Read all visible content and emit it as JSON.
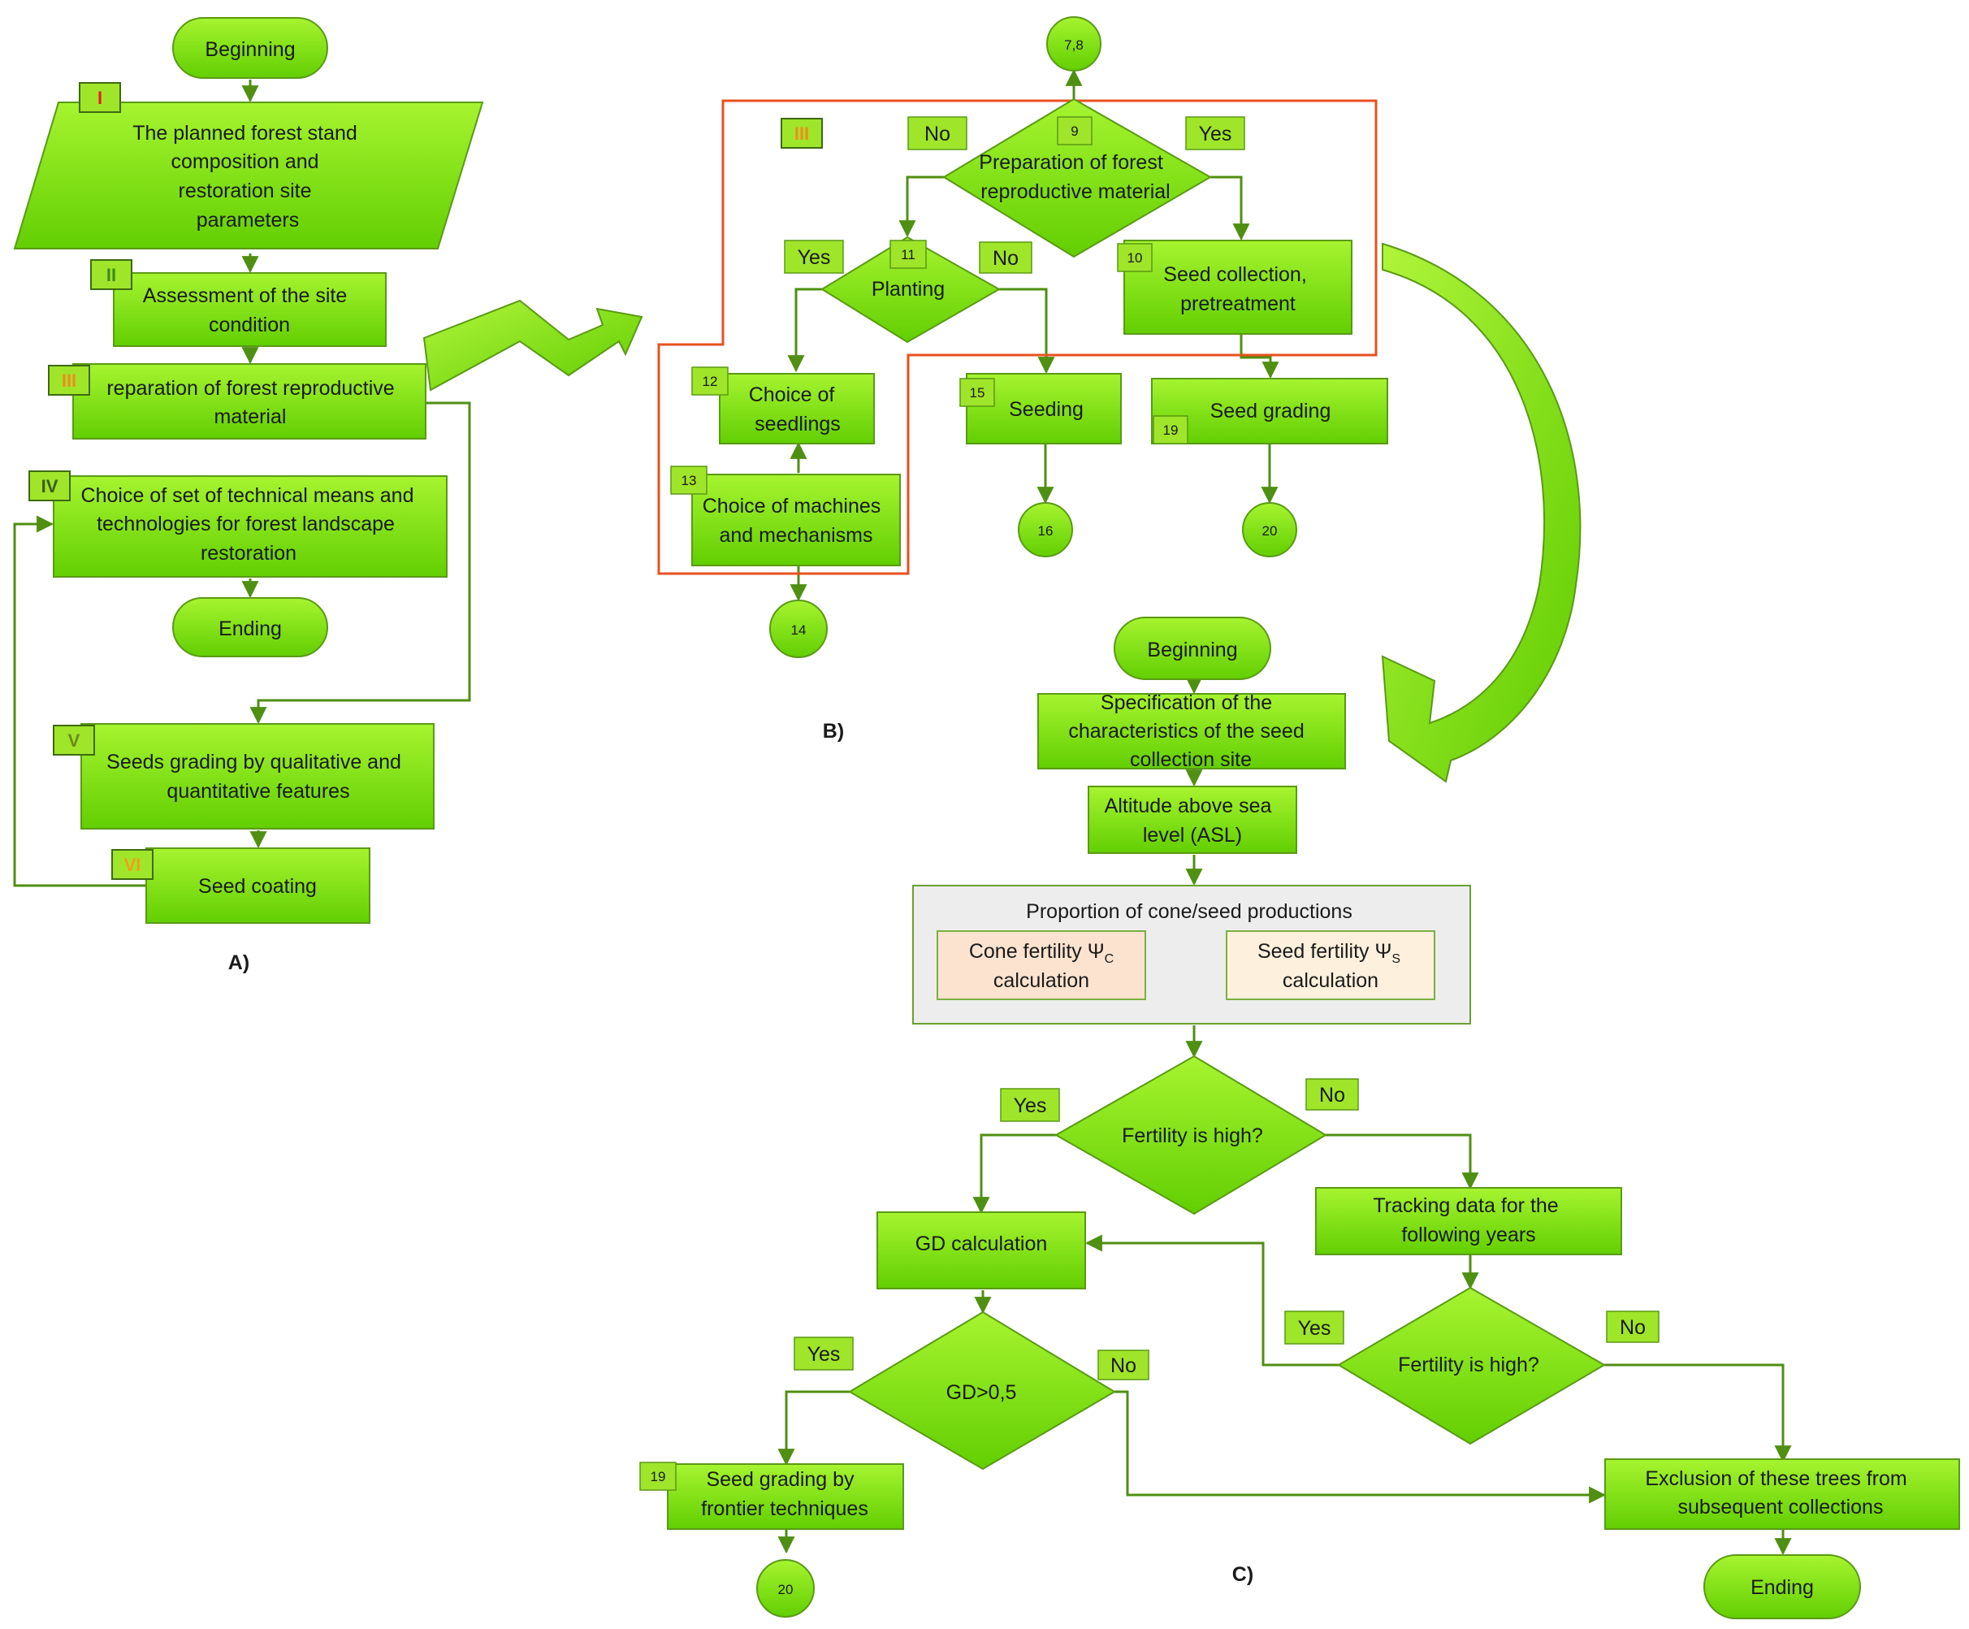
{
  "colors": {
    "fill_top": "#9ef22a",
    "fill_bottom": "#5fcc00",
    "stroke": "#5a9a14",
    "line": "#4f8f12",
    "red_frame": "#e8501f",
    "roman_red": "#e81e1e",
    "roman_green": "#3d8a1e",
    "roman_orange": "#f08c1a",
    "panel_fill": "#ededed",
    "cone_box": "#fbe3cf",
    "seed_box": "#fdf0dc"
  },
  "panel_a": {
    "caption": "A)",
    "beginning": "Beginning",
    "ending": "Ending",
    "step1": {
      "num": "I",
      "lines": [
        "The planned forest stand",
        "composition and",
        "restoration site",
        "parameters"
      ]
    },
    "step2": {
      "num": "II",
      "lines": [
        "Assessment of the site",
        "condition"
      ]
    },
    "step3": {
      "num": "III",
      "lines": [
        "reparation of forest reproductive",
        "material"
      ]
    },
    "step4": {
      "num": "IV",
      "lines": [
        "Choice of set of technical means and",
        "technologies for forest landscape",
        "restoration"
      ]
    },
    "step5": {
      "num": "V",
      "lines": [
        "Seeds grading by qualitative and",
        "quantitative features"
      ]
    },
    "step6": {
      "num": "VI",
      "lines": [
        "Seed coating"
      ]
    }
  },
  "panel_b": {
    "caption": "B)",
    "frame_label": "III",
    "conn_top": "7,8",
    "decision9": {
      "num": "9",
      "lines": [
        "Preparation of forest",
        "reproductive material"
      ],
      "no": "No",
      "yes": "Yes"
    },
    "decision11": {
      "num": "11",
      "lines": [
        "Planting"
      ],
      "yes": "Yes",
      "no": "No"
    },
    "box10": {
      "num": "10",
      "lines": [
        "Seed collection,",
        "pretreatment"
      ]
    },
    "box12": {
      "num": "12",
      "lines": [
        "Choice of",
        "seedlings"
      ]
    },
    "box13": {
      "num": "13",
      "lines": [
        "Choice of machines",
        "and mechanisms"
      ]
    },
    "box15": {
      "num": "15",
      "lines": [
        "Seeding"
      ]
    },
    "box19": {
      "num": "19",
      "lines": [
        "Seed grading"
      ]
    },
    "conn14": "14",
    "conn16": "16",
    "conn20": "20"
  },
  "panel_c": {
    "caption": "C)",
    "beginning": "Beginning",
    "spec": [
      "Specification of the",
      "characteristics of the seed",
      "collection site"
    ],
    "asl": [
      "Altitude above sea",
      "level (ASL)"
    ],
    "proportion_title": "Proportion of cone/seed productions",
    "cone": {
      "text": "Cone fertility Ψ",
      "sub": "C",
      "line2": "calculation"
    },
    "seed": {
      "text": "Seed fertility Ψ",
      "sub": "S",
      "line2": "calculation"
    },
    "fert1": {
      "text": "Fertility is high?",
      "yes": "Yes",
      "no": "No"
    },
    "tracking": [
      "Tracking data for the",
      "following years"
    ],
    "gd_calc": "GD calculation",
    "fert2": {
      "text": "Fertility is high?",
      "yes": "Yes",
      "no": "No"
    },
    "gd": {
      "text": "GD>0,5",
      "yes": "Yes",
      "no": "No"
    },
    "grading": {
      "num": "19",
      "lines": [
        "Seed grading by",
        "frontier techniques"
      ]
    },
    "exclusion": [
      "Exclusion of these trees from",
      "subsequent collections"
    ],
    "conn20": "20",
    "ending": "Ending"
  }
}
